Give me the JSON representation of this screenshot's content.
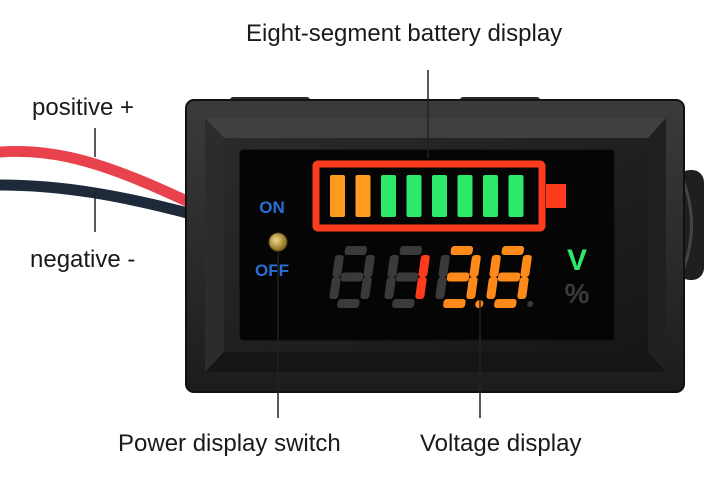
{
  "labels": {
    "top": "Eight-segment battery display",
    "positive": "positive +",
    "negative": "negative -",
    "switch": "Power display switch",
    "voltage": "Voltage display"
  },
  "device": {
    "on_label": "ON",
    "off_label": "OFF",
    "unit_v": "V",
    "unit_pct": "%",
    "reading": "13.8",
    "battery_segments": 8,
    "segment_colors": [
      "#ff9a1e",
      "#ff9a1e",
      "#2ee86a",
      "#2ee86a",
      "#2ee86a",
      "#2ee86a",
      "#2ee86a",
      "#2ee86a"
    ],
    "colors": {
      "led_red": "#ff3b1e",
      "led_orange": "#ff8a1a",
      "led_green": "#2ee86a",
      "led_off": "#3a3a3a",
      "switch_text": "#2a6fd6",
      "wire_red": "#e8434c",
      "wire_black": "#1e2a3a"
    }
  }
}
